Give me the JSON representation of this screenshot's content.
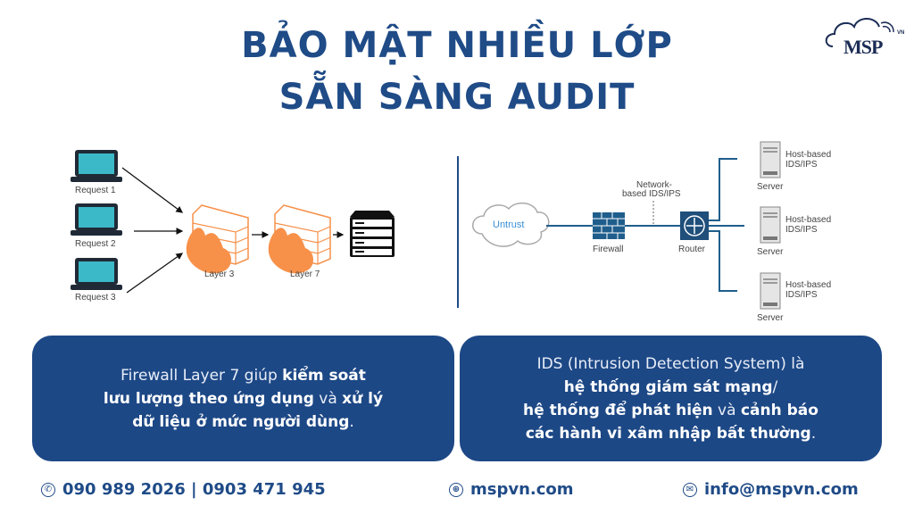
{
  "header": {
    "title_line1": "BẢO MẬT NHIỀU LỚP",
    "title_line2": "SẴN SÀNG AUDIT",
    "logo_text": "MSP",
    "logo_superscript": "VN"
  },
  "left_diagram": {
    "requests": [
      "Request 1",
      "Request 2",
      "Request 3"
    ],
    "layers": [
      "Layer 3",
      "Layer 7"
    ],
    "colors": {
      "laptop_screen": "#3bb9c9",
      "firewall": "#f7914a",
      "server": "#111111"
    }
  },
  "right_diagram": {
    "cloud_label": "Untrust",
    "network_ids_label_line1": "Network-",
    "network_ids_label_line2": "based IDS/IPS",
    "firewall_label": "Firewall",
    "router_label": "Router",
    "servers": [
      {
        "label": "Server",
        "ids_line1": "Host-based",
        "ids_line2": "IDS/IPS"
      },
      {
        "label": "Server",
        "ids_line1": "Host-based",
        "ids_line2": "IDS/IPS"
      },
      {
        "label": "Server",
        "ids_line1": "Host-based",
        "ids_line2": "IDS/IPS"
      }
    ],
    "colors": {
      "line": "#1f5e8c",
      "router": "#1f4f7a",
      "cloud_text": "#3a8fd6"
    }
  },
  "info_boxes": {
    "left": {
      "l1_plain": "Firewall Layer 7 giúp ",
      "l1_bold": "kiểm soát",
      "l2_bold1": "lưu lượng theo ứng dụng",
      "l2_plain": " và ",
      "l2_bold2": "xử lý",
      "l3_bold": "dữ liệu ở mức người dùng",
      "l3_plain": "."
    },
    "right": {
      "l1_plain": "IDS (Intrusion Detection System) là",
      "l2_bold": "hệ thống giám sát mạng",
      "l2_plain": "/",
      "l3_bold1": "hệ thống để phát hiện",
      "l3_plain": " và ",
      "l3_bold2": "cảnh báo",
      "l4_bold": "các hành vi xâm nhập bất thường",
      "l4_plain": "."
    },
    "color": "#1d4886"
  },
  "footer": {
    "phone": "090 989 2026 | 0903 471 945",
    "website": "mspvn.com",
    "email": "info@mspvn.com"
  }
}
